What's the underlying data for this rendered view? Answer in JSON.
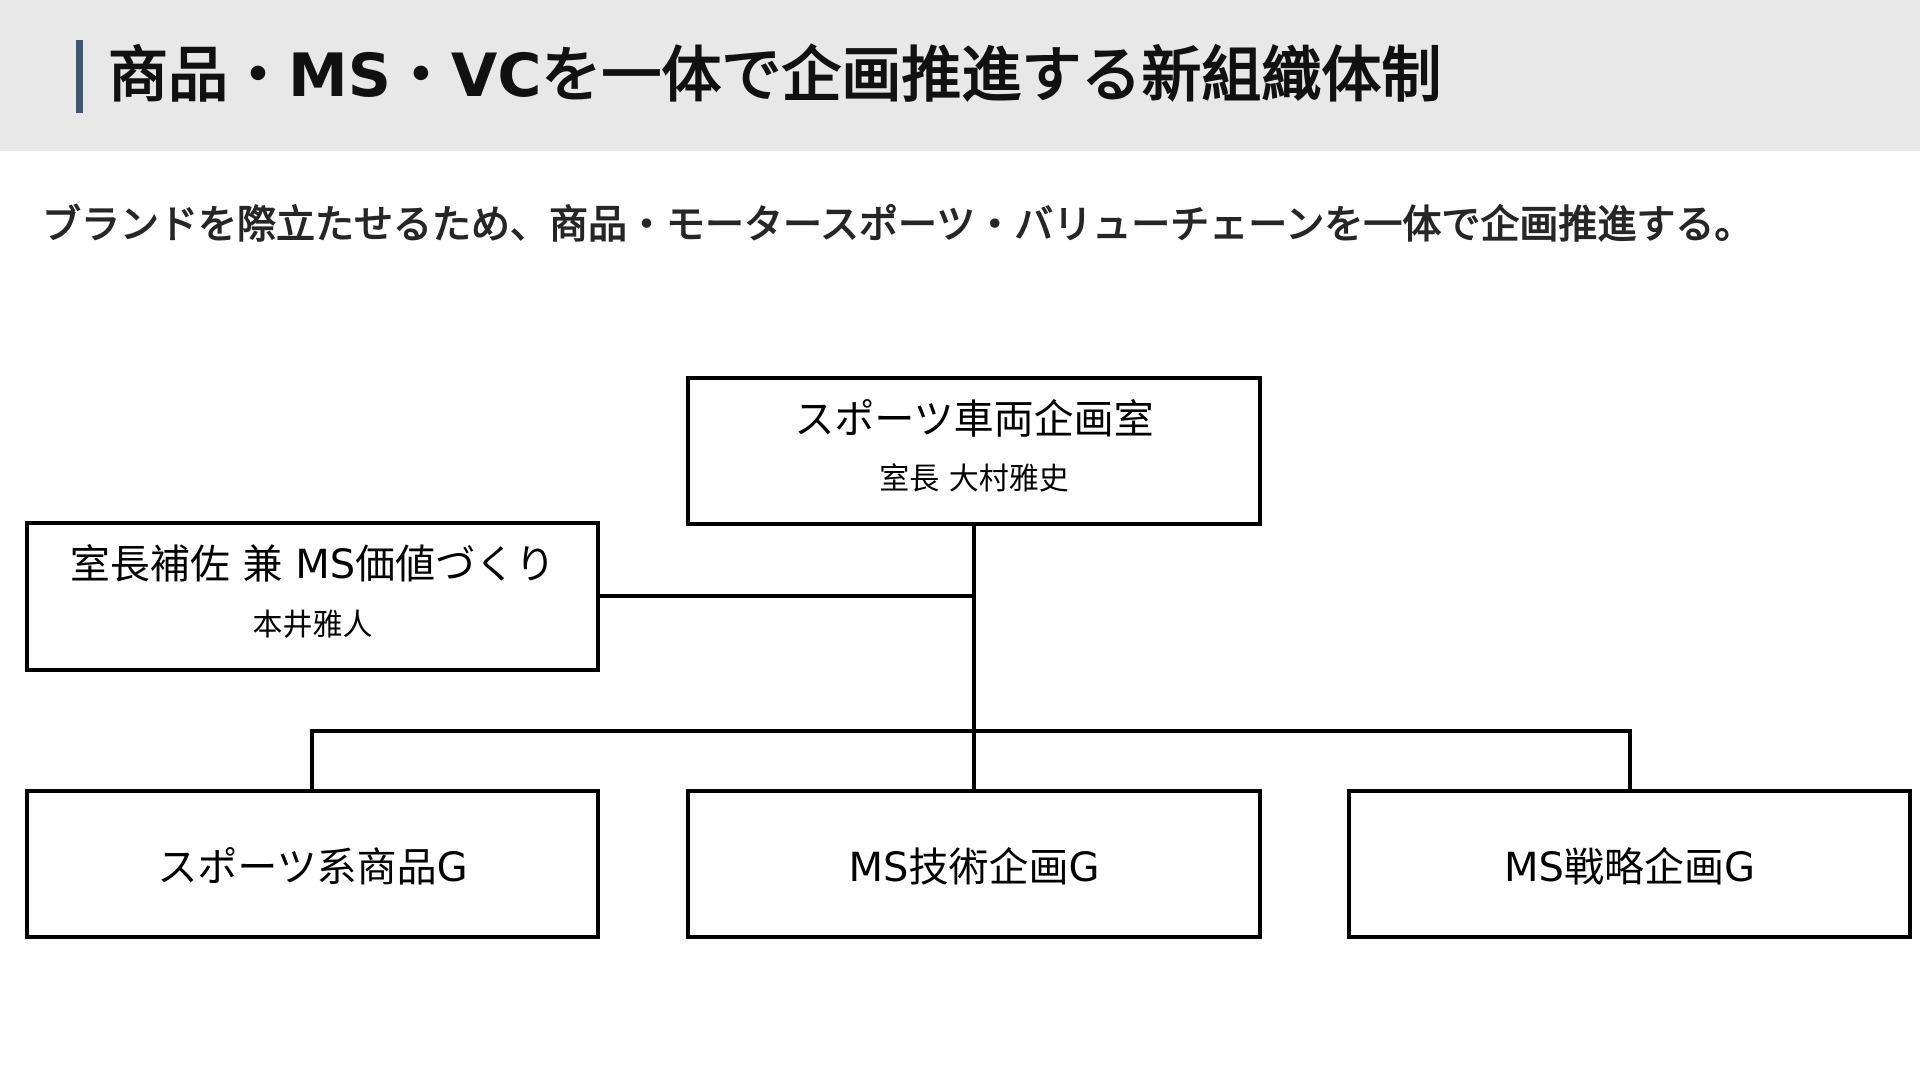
{
  "header": {
    "title": "商品・MS・VCを一体で企画推進する新組織体制",
    "accent_color": "#44546a",
    "background_color": "#e8e8e8"
  },
  "subtitle": "ブランドを際立たせるため、商品・モータースポーツ・バリューチェーンを一体で企画推進する。",
  "org_chart": {
    "head": {
      "title": "スポーツ車両企画室",
      "person": "室長 大村雅史"
    },
    "assistant": {
      "title": "室長補佐 兼 MS価値づくり",
      "person": "本井雅人"
    },
    "groups": [
      {
        "title": "スポーツ系商品G"
      },
      {
        "title": "MS技術企画G"
      },
      {
        "title": "MS戦略企画G"
      }
    ]
  }
}
